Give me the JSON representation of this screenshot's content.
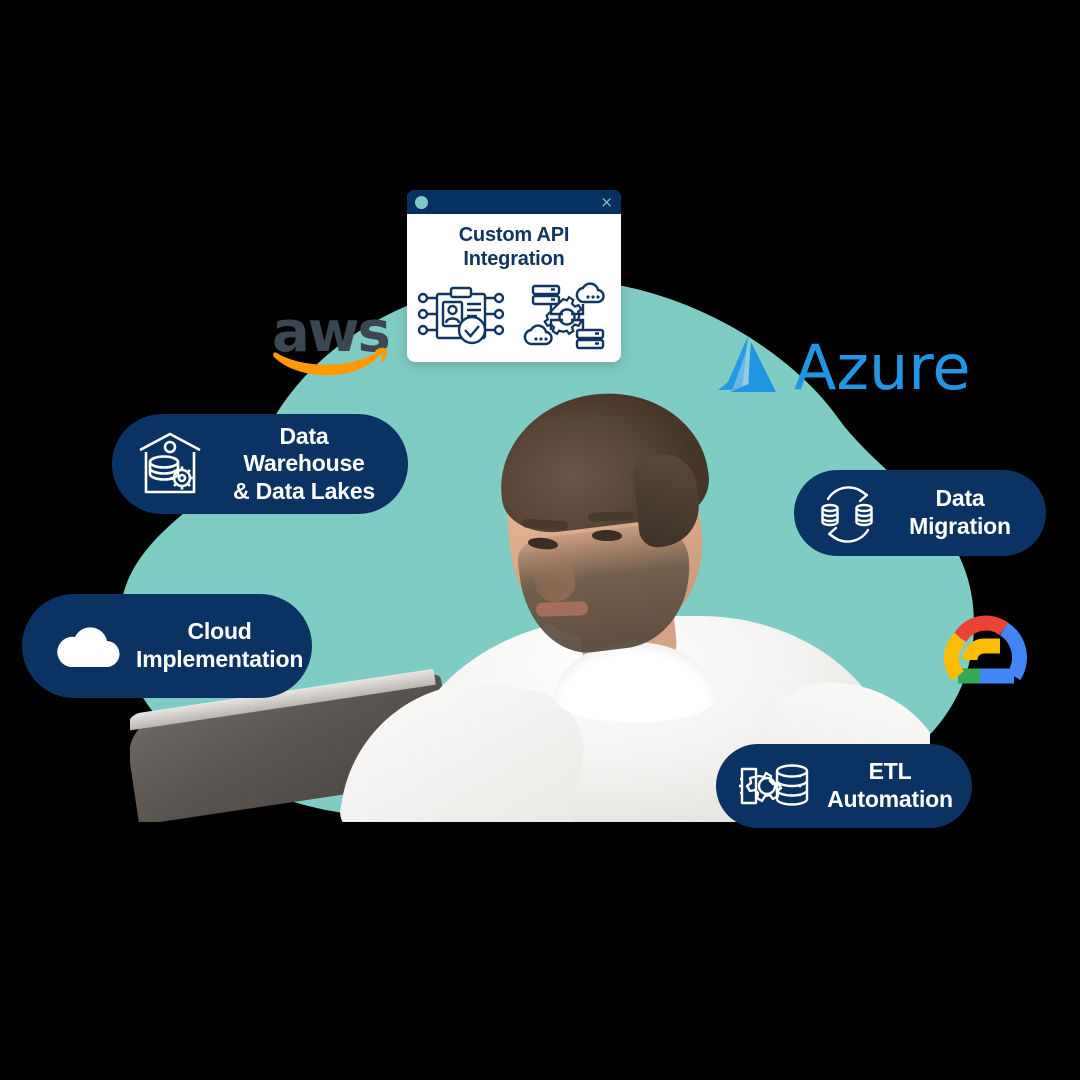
{
  "colors": {
    "background": "#000000",
    "navy": "#0a3263",
    "navy_dark": "#063160",
    "teal_blob": "#7fccc4",
    "card_title_text": "#11355e",
    "pill_text": "#ffffff",
    "aws_text": "#3c4754",
    "aws_swoosh": "#ff9900",
    "azure_blue": "#2196e3",
    "gcp_red": "#ea4335",
    "gcp_yellow": "#fbbc05",
    "gcp_green": "#34a853",
    "gcp_blue": "#4285f4"
  },
  "card": {
    "title": "Custom API\nIntegration",
    "title_line1": "Custom API",
    "title_line2": "Integration",
    "dot_name": "status-dot",
    "close_label": "×",
    "icons": [
      {
        "name": "api-id-card-icon",
        "meaning": "identity card with verified checkmark and network nodes"
      },
      {
        "name": "gear-cloud-server-icon",
        "meaning": "central gear linked to servers and clouds"
      }
    ]
  },
  "pills": [
    {
      "id": "pill-dw",
      "name": "sidebar-item-data-warehouse",
      "label": "Data Warehouse\n& Data Lakes",
      "icon_name": "warehouse-database-gear-icon"
    },
    {
      "id": "pill-ci",
      "name": "sidebar-item-cloud-implementation",
      "label": "Cloud\nImplementation",
      "icon_name": "cloud-icon"
    },
    {
      "id": "pill-dm",
      "name": "sidebar-item-data-migration",
      "label": "Data\nMigration",
      "icon_name": "database-sync-arrows-icon"
    },
    {
      "id": "pill-etl",
      "name": "sidebar-item-etl-automation",
      "label": "ETL\nAutomation",
      "icon_name": "gear-database-stack-icon"
    }
  ],
  "logos": [
    {
      "name": "aws-logo",
      "text": "aws"
    },
    {
      "name": "azure-logo",
      "text": "Azure"
    },
    {
      "name": "google-cloud-logo",
      "text": ""
    }
  ],
  "photo": {
    "name": "man-working-on-laptop-photo",
    "description": "Bearded man in white long-sleeve shirt looking down at an open laptop"
  }
}
